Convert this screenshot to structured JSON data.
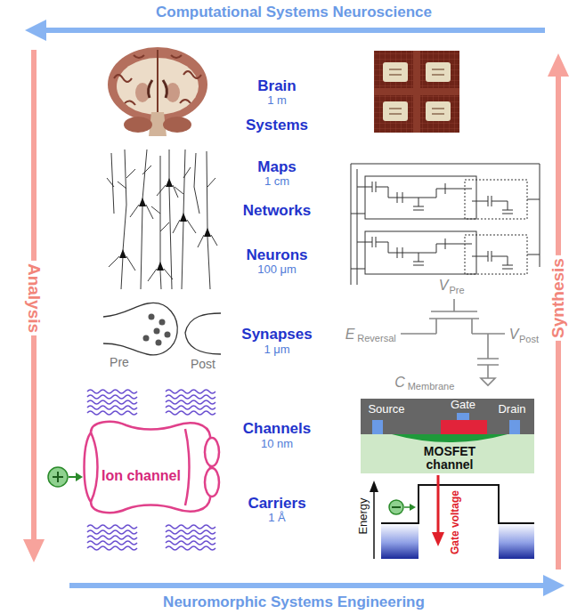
{
  "diagram": {
    "nodes": [
      {
        "text": [
          "MOSFET channel"
        ]
      },
      {
        "text": [
          "Ion channel"
        ]
      }
    ],
    "labels": [
      "Computational Systems Neuroscience",
      "Brain",
      "1 m",
      "Systems",
      "Maps",
      "1 cm",
      "Networks",
      "Neurons",
      "100 μm",
      "Analysis",
      "Synthesis",
      "V",
      "Pre",
      "E",
      "Reversal",
      "V",
      "Post",
      "Synapses",
      "1 μm",
      "Pre",
      "Post",
      "C",
      "Membrane",
      "Source",
      "Gate",
      "Drain",
      "Channels",
      "10 nm",
      "Membrane",
      "Carriers",
      "1 Å",
      "Energy",
      "Gate voltage",
      "Neuromorphic Systems Engineering"
    ]
  }
}
